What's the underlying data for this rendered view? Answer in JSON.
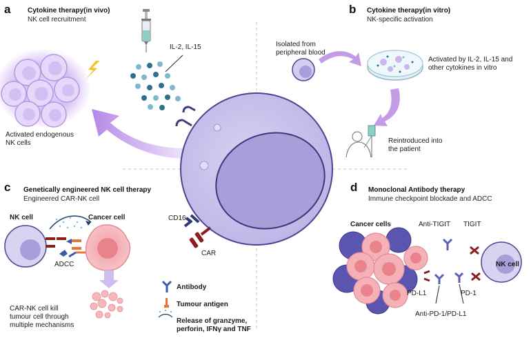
{
  "panels": {
    "a": {
      "letter": "a",
      "title": "Cytokine therapy(in vivo)",
      "subtitle": "NK cell recruitment",
      "labels": {
        "cytokines": "IL-2, IL-15",
        "activated_line1": "Activated endogenous",
        "activated_line2": "NK cells"
      }
    },
    "b": {
      "letter": "b",
      "title": "Cytokine therapy(in vitro)",
      "subtitle": "NK-specific activation",
      "labels": {
        "isolated_line1": "Isolated from",
        "isolated_line2": "peripheral blood",
        "activated_line1": "Activated by IL-2, IL-15 and",
        "activated_line2": "other cytokines in vitro",
        "reintro_line1": "Reintroduced into",
        "reintro_line2": "the patient"
      }
    },
    "c": {
      "letter": "c",
      "title": "Genetically engineered NK cell therapy",
      "subtitle": "Engineered CAR-NK cell",
      "labels": {
        "nk_cell": "NK cell",
        "cancer_cell": "Cancer cell",
        "adcc": "ADCC",
        "kill_line1": "CAR-NK cell kill",
        "kill_line2": "tumour cell through",
        "kill_line3": "multiple mechanisms",
        "cd16": "CD16",
        "car": "CAR"
      },
      "legend": {
        "antibody": "Antibody",
        "tumour_antigen": "Tumour antigen",
        "release_line1": "Release of granzyme,",
        "release_line2": "perforin, IFNγ and TNF"
      }
    },
    "d": {
      "letter": "d",
      "title": "Monoclonal Antibody therapy",
      "subtitle": "Immune checkpoint blockade and ADCC",
      "labels": {
        "cancer_cells": "Cancer cells",
        "anti_tigit": "Anti-TIGIT",
        "tigit": "TIGIT",
        "pdl1": "PD-L1",
        "pd1": "PD-1",
        "anti_pd": "Anti-PD-1/PD-L1",
        "nk_cell": "NK cell"
      }
    }
  },
  "colors": {
    "nk_membrane": "#c9c2ea",
    "nk_nucleus": "#a79fd9",
    "nk_outline": "#3d3580",
    "arrow_purple": "#c39be6",
    "cancer_pink": "#f3a9b0",
    "cancer_dark": "#5a56b0",
    "dot_dark": "#2f6f8f",
    "dot_light": "#7fb8cf",
    "antibody_blue": "#3b5aa8",
    "antigen_orange": "#e8743a",
    "car_red": "#8b1e1e",
    "glow_purple": "#d9c2f5"
  }
}
